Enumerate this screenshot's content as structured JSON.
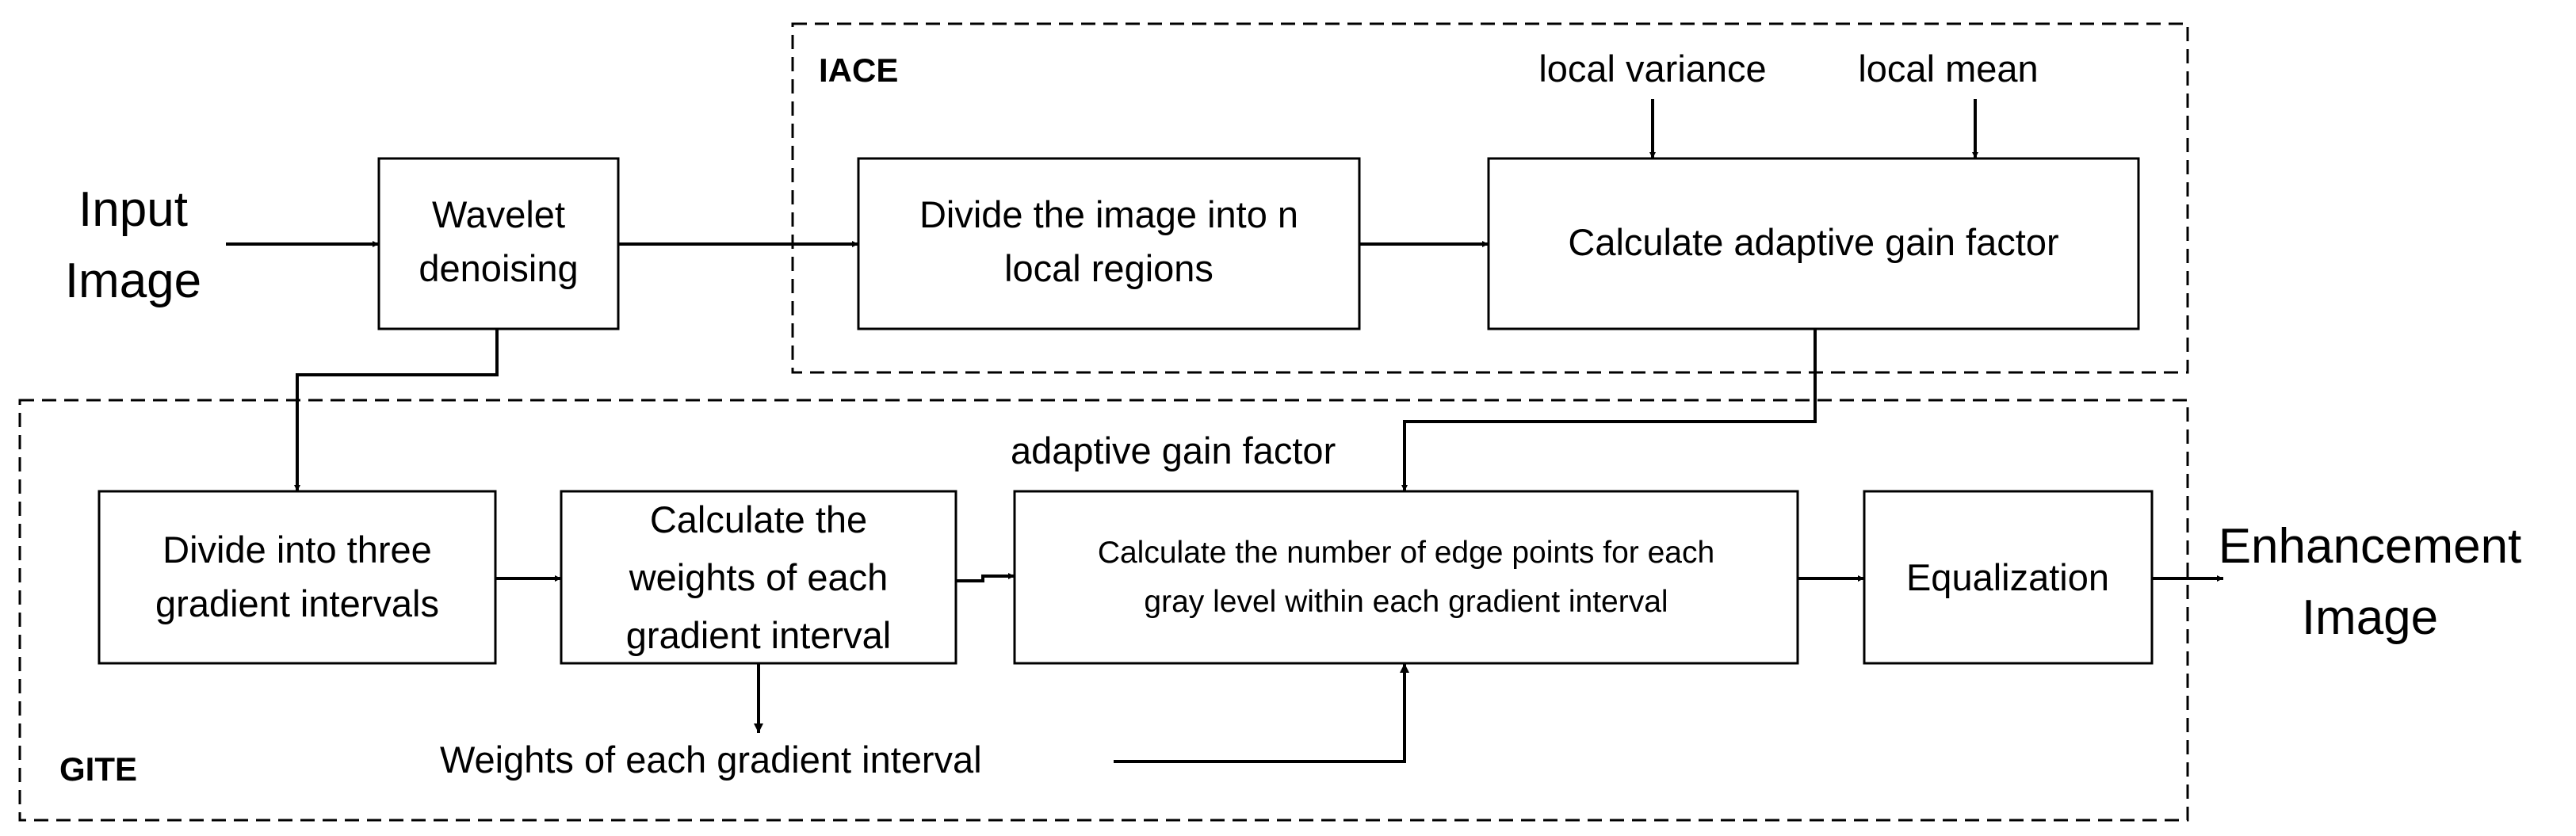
{
  "io": {
    "input_line1": "Input",
    "input_line2": "Image",
    "output_line1": "Enhancement",
    "output_line2": "Image"
  },
  "groups": {
    "iace": "IACE",
    "gite": "GITE"
  },
  "boxes": {
    "wavelet_line1": "Wavelet",
    "wavelet_line2": "denoising",
    "divide_regions_line1": "Divide the image into n",
    "divide_regions_line2": "local regions",
    "gain_factor": "Calculate adaptive gain factor",
    "three_intervals_line1": "Divide into three",
    "three_intervals_line2": "gradient intervals",
    "weights_line1": "Calculate the",
    "weights_line2": "weights of each",
    "weights_line3": "gradient interval",
    "edge_points_line1": "Calculate the number of edge points for each",
    "edge_points_line2": "gray level within each gradient interval",
    "equalization": "Equalization"
  },
  "labels": {
    "local_variance": "local variance",
    "local_mean": "local mean",
    "adaptive_gain_factor": "adaptive gain factor",
    "weights_of_each_interval": "Weights of each gradient interval"
  }
}
